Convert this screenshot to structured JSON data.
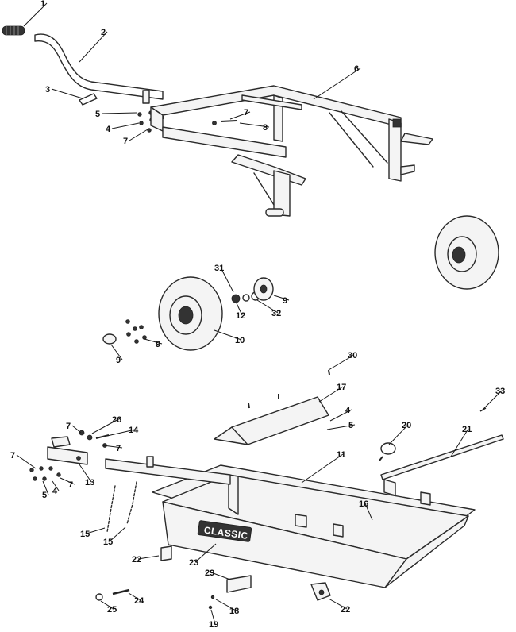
{
  "brand_label": "CLASSIC",
  "callouts": [
    {
      "num": "1"
    },
    {
      "num": "2"
    },
    {
      "num": "3"
    },
    {
      "num": "5"
    },
    {
      "num": "4"
    },
    {
      "num": "7"
    },
    {
      "num": "6"
    },
    {
      "num": "7"
    },
    {
      "num": "8"
    },
    {
      "num": "31"
    },
    {
      "num": "9"
    },
    {
      "num": "12"
    },
    {
      "num": "32"
    },
    {
      "num": "10"
    },
    {
      "num": "9"
    },
    {
      "num": "9"
    },
    {
      "num": "30"
    },
    {
      "num": "17"
    },
    {
      "num": "4"
    },
    {
      "num": "5"
    },
    {
      "num": "33"
    },
    {
      "num": "26"
    },
    {
      "num": "7"
    },
    {
      "num": "14"
    },
    {
      "num": "7"
    },
    {
      "num": "20"
    },
    {
      "num": "21"
    },
    {
      "num": "7"
    },
    {
      "num": "13"
    },
    {
      "num": "7"
    },
    {
      "num": "4"
    },
    {
      "num": "5"
    },
    {
      "num": "11"
    },
    {
      "num": "16"
    },
    {
      "num": "15"
    },
    {
      "num": "15"
    },
    {
      "num": "22"
    },
    {
      "num": "23"
    },
    {
      "num": "29"
    },
    {
      "num": "24"
    },
    {
      "num": "25"
    },
    {
      "num": "18"
    },
    {
      "num": "19"
    },
    {
      "num": "22"
    }
  ]
}
